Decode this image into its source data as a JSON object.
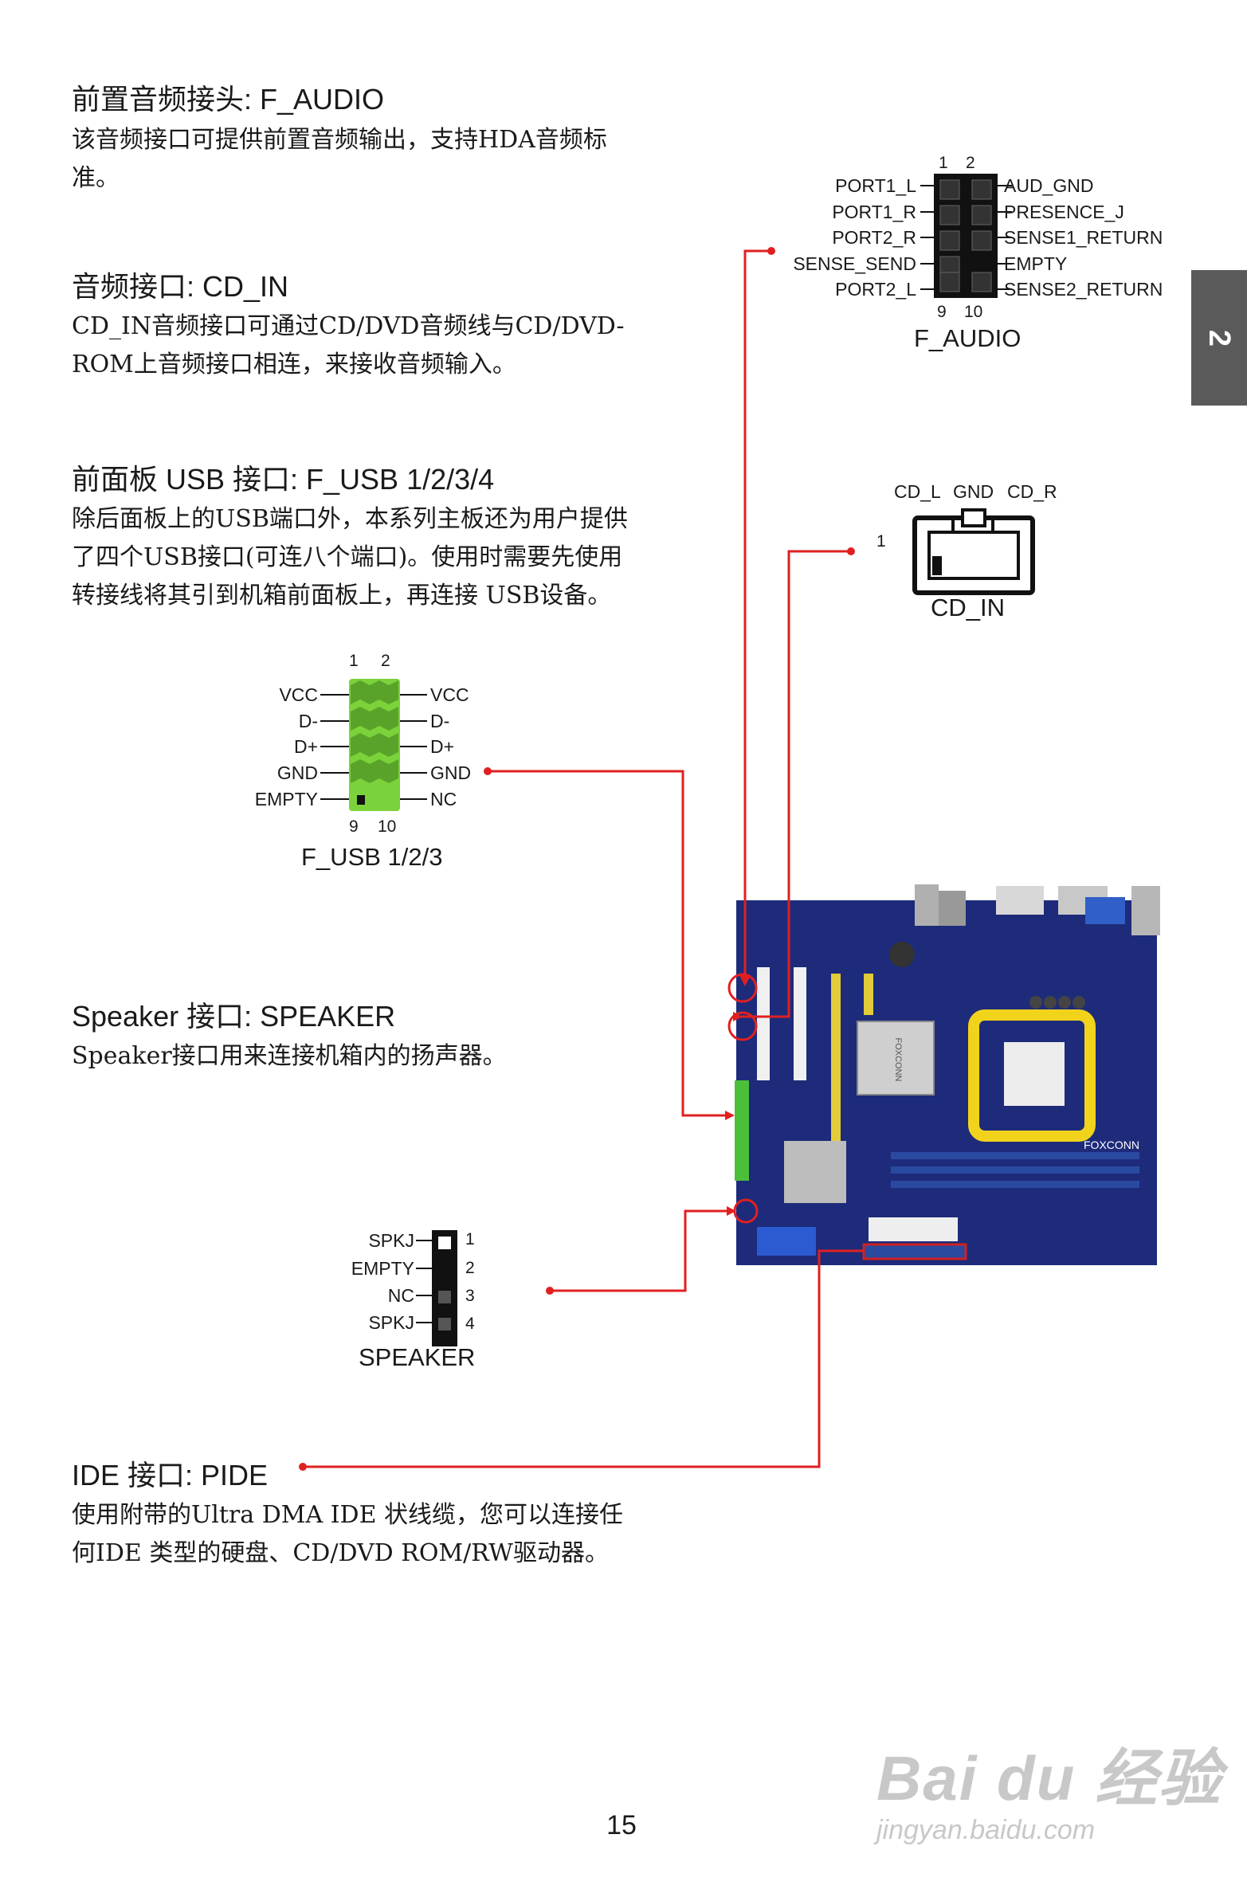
{
  "sections": {
    "f_audio": {
      "title": "前置音频接头: F_AUDIO",
      "body": "该音频接口可提供前置音频输出，支持HDA音频标准。"
    },
    "cd_in": {
      "title": "音频接口: CD_IN",
      "body": "CD_IN音频接口可通过CD/DVD音频线与CD/DVD-ROM上音频接口相连，来接收音频输入。"
    },
    "f_usb": {
      "title": "前面板 USB 接口: F_USB 1/2/3/4",
      "body": "除后面板上的USB端口外，本系列主板还为用户提供了四个USB接口(可连八个端口)。使用时需要先使用转接线将其引到机箱前面板上，再连接 USB设备。"
    },
    "speaker": {
      "title": "Speaker 接口: SPEAKER",
      "body": "Speaker接口用来连接机箱内的扬声器。"
    },
    "pide": {
      "title": "IDE 接口: PIDE",
      "body": "使用附带的Ultra DMA IDE 状线缆，您可以连接任何IDE 类型的硬盘、CD/DVD ROM/RW驱动器。"
    }
  },
  "f_audio_diagram": {
    "caption": "F_AUDIO",
    "pin_top": [
      "1",
      "2"
    ],
    "pin_bottom": [
      "9",
      "10"
    ],
    "left_labels": [
      "PORT1_L",
      "PORT1_R",
      "PORT2_R",
      "SENSE_SEND",
      "PORT2_L"
    ],
    "right_labels": [
      "AUD_GND",
      "PRESENCE_J",
      "SENSE1_RETURN",
      "EMPTY",
      "SENSE2_RETURN"
    ]
  },
  "cd_in_diagram": {
    "caption": "CD_IN",
    "pin_labels": [
      "CD_L",
      "GND",
      "CD_R"
    ],
    "pin_one": "1"
  },
  "f_usb_diagram": {
    "caption": "F_USB 1/2/3",
    "pin_top": [
      "1",
      "2"
    ],
    "pin_bottom": [
      "9",
      "10"
    ],
    "left_labels": [
      "VCC",
      "D-",
      "D+",
      "GND",
      "EMPTY"
    ],
    "right_labels": [
      "VCC",
      "D-",
      "D+",
      "GND",
      "NC"
    ]
  },
  "speaker_diagram": {
    "caption": "SPEAKER",
    "labels": [
      "SPKJ",
      "EMPTY",
      "NC",
      "SPKJ"
    ],
    "pins": [
      "1",
      "2",
      "3",
      "4"
    ]
  },
  "board_brand": "FOXCONN",
  "chapter_tab": "2",
  "page_number": "15",
  "watermark": {
    "logo": "Bai du 经验",
    "url": "jingyan.baidu.com"
  },
  "colors": {
    "leader": "#e02020",
    "usb_pin": "#7bd23a",
    "board": "#1d2b7a",
    "tab": "#5a5a5a"
  }
}
